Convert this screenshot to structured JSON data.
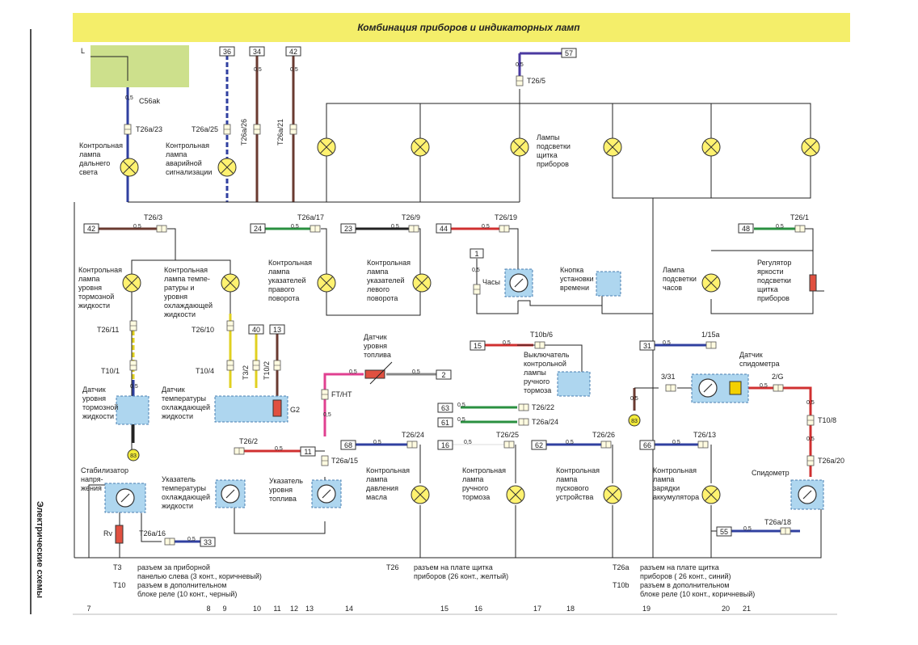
{
  "title": "Комбинация приборов и индикаторных ламп",
  "side_label": "Электрические схемы",
  "switch_label": "L",
  "labels": {
    "c56ak": "C56ak",
    "t26a23": "T26a/23",
    "t26a25": "T26a/25",
    "t26a26": "T26a/26",
    "t26a21": "T26a/21",
    "t26_5": "T26/5",
    "t26_3": "T26/3",
    "t26a17": "T26a/17",
    "t26_9": "T26/9",
    "t26_19": "T26/19",
    "t26_1": "T26/1",
    "t26_11": "T26/11",
    "t10_1": "T10/1",
    "t26_10": "T26/10",
    "t10_4": "T10/4",
    "t3_2": "T3/2",
    "t10_2": "T10/2",
    "g2": "G2",
    "ft_ht": "FT/HT",
    "t26a15": "T26a/15",
    "t26_2": "T26/2",
    "t26a16": "T26a/16",
    "t10b6": "T10b/6",
    "t26_22": "T26/22",
    "t26a24": "T26a/24",
    "t26_24": "T26/24",
    "t26_25": "T26/25",
    "t26_26": "T26/26",
    "t26_13": "T26/13",
    "t1_15a": "1/15a",
    "t3_31": "3/31",
    "t2g": "2/G",
    "t10_8": "T10/8",
    "t26a20": "T26a/20",
    "t26a18": "T26a/18",
    "rv": "Rv"
  },
  "wire_nums": {
    "w36": "36",
    "w34": "34",
    "w42a": "42",
    "w57": "57",
    "w42b": "42",
    "w24": "24",
    "w23": "23",
    "w44": "44",
    "w48": "48",
    "w1": "1",
    "w40": "40",
    "w13": "13",
    "w2": "2",
    "w11": "11",
    "w33": "33",
    "w15": "15",
    "w63": "63",
    "w61": "61",
    "w68": "68",
    "w16": "16",
    "w62": "62",
    "w66": "66",
    "w31": "31",
    "w55": "55"
  },
  "wire_size": "0,5",
  "ground_num": "83",
  "components": {
    "high_beam": [
      "Контрольная",
      "лампа",
      "дальнего",
      "света"
    ],
    "hazard": [
      "Контрольная",
      "лампа",
      "аварийной",
      "сигнализации"
    ],
    "panel_lamps": [
      "Лампы",
      "подсветки",
      "щитка",
      "приборов"
    ],
    "brake_fluid": [
      "Контрольная",
      "лампа",
      "уровня",
      "тормозной",
      "жидкости"
    ],
    "coolant_lamp": [
      "Контрольная",
      "лампа темпе-",
      "ратуры и",
      "уровня",
      "охлаждающей",
      "жидкости"
    ],
    "right_turn": [
      "Контрольная",
      "лампа",
      "указателей",
      "правого",
      "поворота"
    ],
    "left_turn": [
      "Контрольная",
      "лампа",
      "указателей",
      "левого",
      "поворота"
    ],
    "clock": [
      "Часы"
    ],
    "time_button": [
      "Кнопка",
      "установки",
      "времени"
    ],
    "clock_lamp": [
      "Лампа",
      "подсветки",
      "часов"
    ],
    "dimmer": [
      "Регулятор",
      "яркости",
      "подсветки",
      "щитка",
      "приборов"
    ],
    "fuel_sensor": [
      "Датчик",
      "уровня",
      "топлива"
    ],
    "brake_level_sensor": [
      "Датчик",
      "уровня",
      "тормозной",
      "жидкости"
    ],
    "coolant_sensor": [
      "Датчик",
      "температуры",
      "охлаждающей",
      "жидкости"
    ],
    "handbrake_switch": [
      "Выключатель",
      "контрольной",
      "лампы",
      "ручного",
      "тормоза"
    ],
    "speed_sensor": [
      "Датчик",
      "спидометра"
    ],
    "stabilizer": [
      "Стабилизатор",
      "напря-",
      "жения"
    ],
    "temp_gauge": [
      "Указатель",
      "температуры",
      "охлаждающей",
      "жидкости"
    ],
    "fuel_gauge": [
      "Указатель",
      "уровня",
      "топлива"
    ],
    "oil_lamp": [
      "Контрольная",
      "лампа",
      "давления",
      "масла"
    ],
    "handbrake_lamp": [
      "Контрольная",
      "лампа",
      "ручного",
      "тормоза"
    ],
    "choke_lamp": [
      "Контрольная",
      "лампа",
      "пускового",
      "устройства"
    ],
    "charge_lamp": [
      "Контрольная",
      "лампа",
      "зарядки",
      "аккумулятора"
    ],
    "speedometer": [
      "Спидометр"
    ]
  },
  "legend": [
    {
      "code": "T3",
      "text": [
        "разъем за приборной",
        "панелью слева (3 конт., коричневый)"
      ]
    },
    {
      "code": "T10",
      "text": [
        "разъем в дополнительном",
        "блоке реле (10 конт., черный)"
      ]
    },
    {
      "code": "T26",
      "text": [
        "разъем на плате щитка",
        "приборов (26 конт., желтый)"
      ]
    },
    {
      "code": "T26a",
      "text": [
        "разъем на плате щитка",
        "приборов ( 26 конт., синий)"
      ]
    },
    {
      "code": "T10b",
      "text": [
        "разъем в дополнительном",
        "блоке реле (10 конт., коричневый)"
      ]
    }
  ],
  "bottom_ruler": [
    "7",
    "8",
    "9",
    "10",
    "11",
    "12",
    "13",
    "14",
    "15",
    "16",
    "17",
    "18",
    "19",
    "20",
    "21"
  ],
  "colors": {
    "title_bar": "#f4ee6a",
    "lamp_fill": "#fff270",
    "component_box": "#aed6ef",
    "switch_box": "#cde08c",
    "ground_fill": "#f2ea3a",
    "resistor": "#e05040"
  }
}
